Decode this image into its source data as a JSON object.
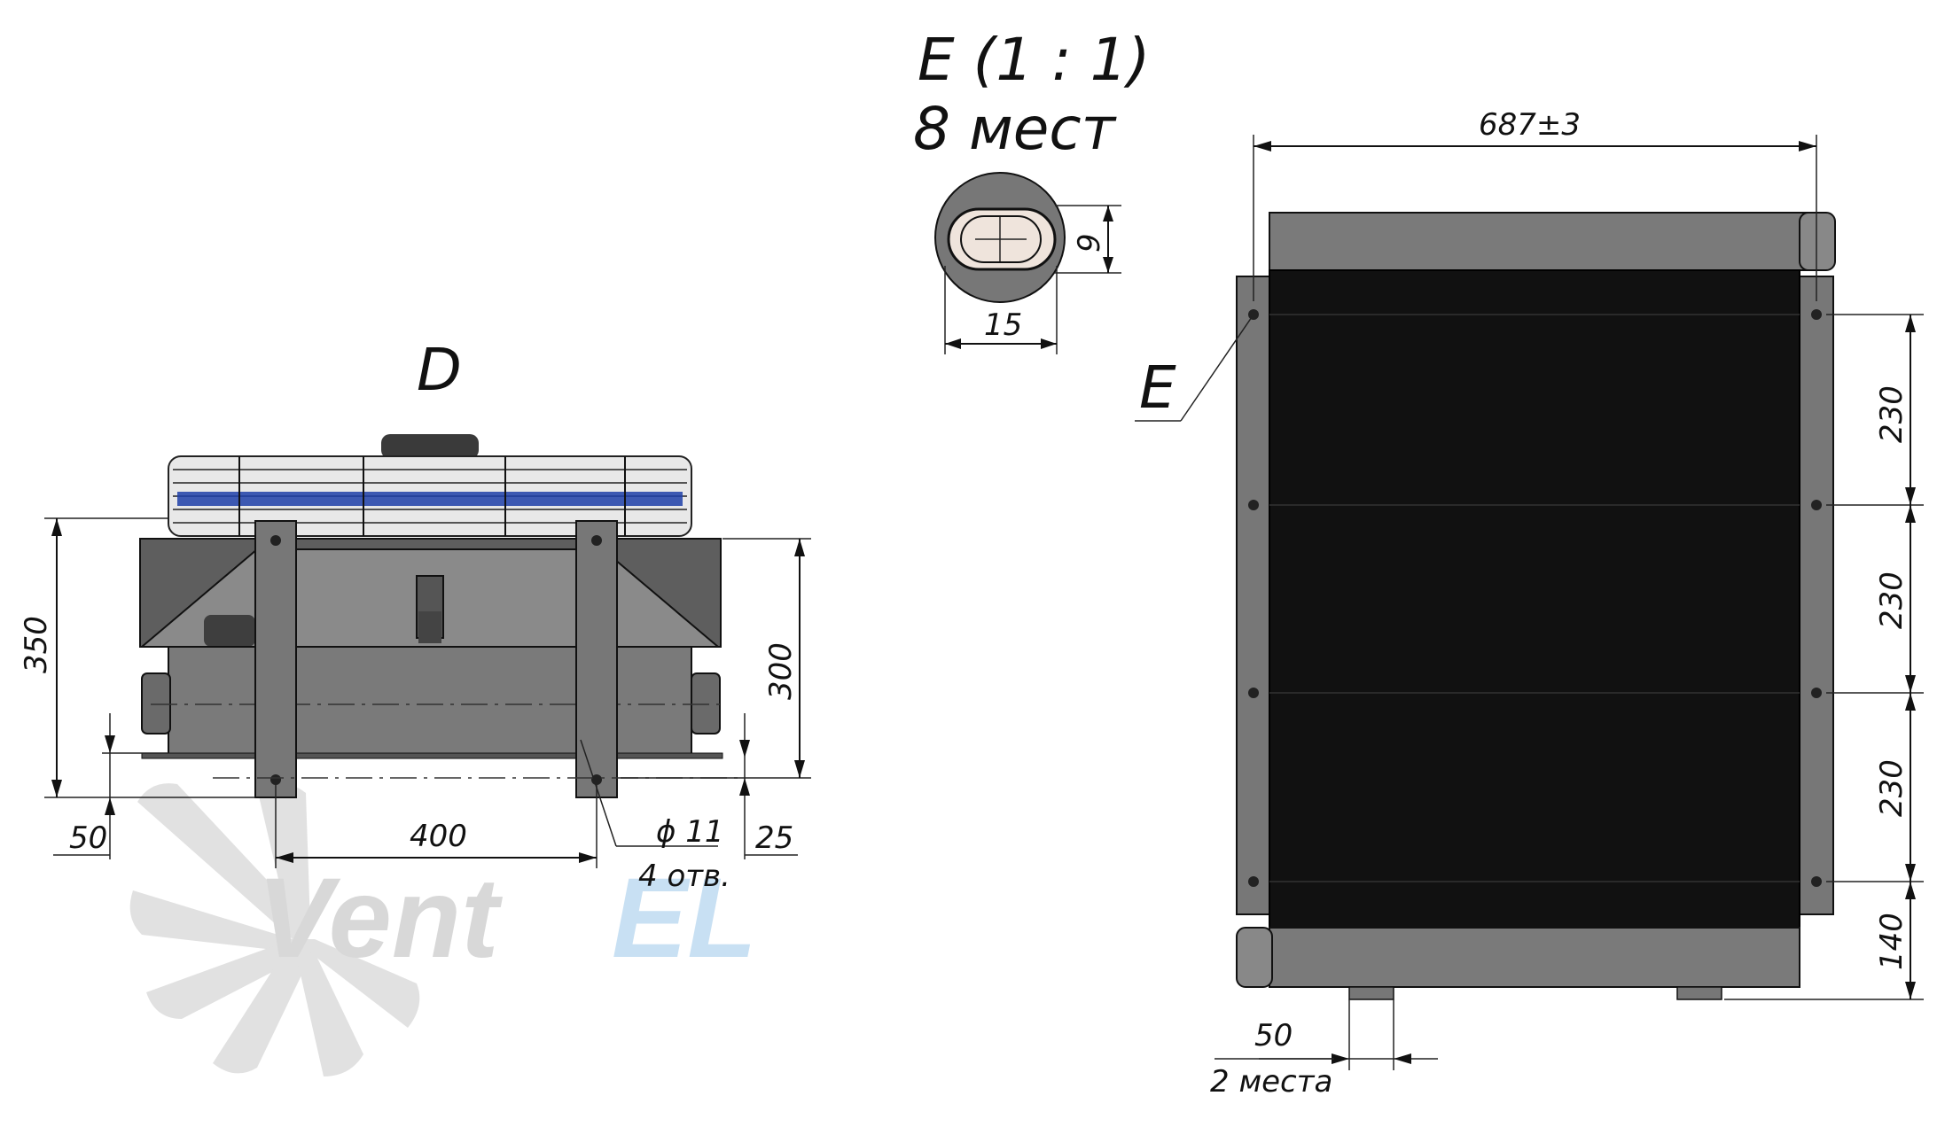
{
  "watermark": {
    "text_main": "Vent",
    "text_accent": "EL",
    "accent_color": "#3a9ad9"
  },
  "view_d": {
    "label": "D",
    "dim_height_total": "350",
    "dim_height_body": "300",
    "dim_base": "50",
    "dim_mount_spacing": "400",
    "dim_offset": "25",
    "hole_note": "ϕ 11",
    "hole_count_note": "4 отв."
  },
  "detail_e": {
    "title_line1": "E (1 : 1)",
    "title_line2": "8 мест",
    "dim_height": "9",
    "dim_width": "15"
  },
  "view_right": {
    "dim_width": "687±3",
    "callout": "E",
    "pitch_1": "230",
    "pitch_2": "230",
    "pitch_3": "230",
    "dim_bottom_offset": "140",
    "dim_foot": "50",
    "foot_note": "2 места"
  },
  "colors": {
    "core": "#111111",
    "frame": "#6e6e6e",
    "body": "#7a7a7a",
    "fan_blue": "#1e3fa8"
  }
}
